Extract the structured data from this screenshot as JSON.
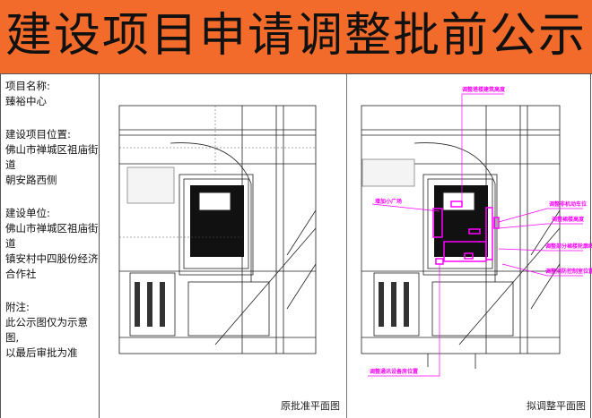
{
  "title": "建设项目申请调整批前公示",
  "info": {
    "project_name_label": "项目名称:",
    "project_name": "臻裕中心",
    "location_label": "建设项目位置:",
    "location_line1": "佛山市禅城区祖庙街道",
    "location_line2": "朝安路西侧",
    "unit_label": "建设单位:",
    "unit_line1": "佛山市禅城区祖庙街道",
    "unit_line2": "镇安村中四股份经济",
    "unit_line3": "合作社",
    "note_label": "附注:",
    "note_line1": "此公示图仅为示意图,",
    "note_line2": "以最后审批为准"
  },
  "plans": {
    "original_caption": "原批准平面图",
    "proposed_caption": "拟调整平面图",
    "annotations": [
      "调整塔楼建筑高度",
      "增加小广场",
      "调整非机动车位",
      "调整裙楼高度",
      "调整部分裙楼轮廓线",
      "调整消防控制室位置",
      "调整通讯设备房位置"
    ]
  },
  "colors": {
    "header": "#f26b2a",
    "annotation": "#ff00ff"
  }
}
